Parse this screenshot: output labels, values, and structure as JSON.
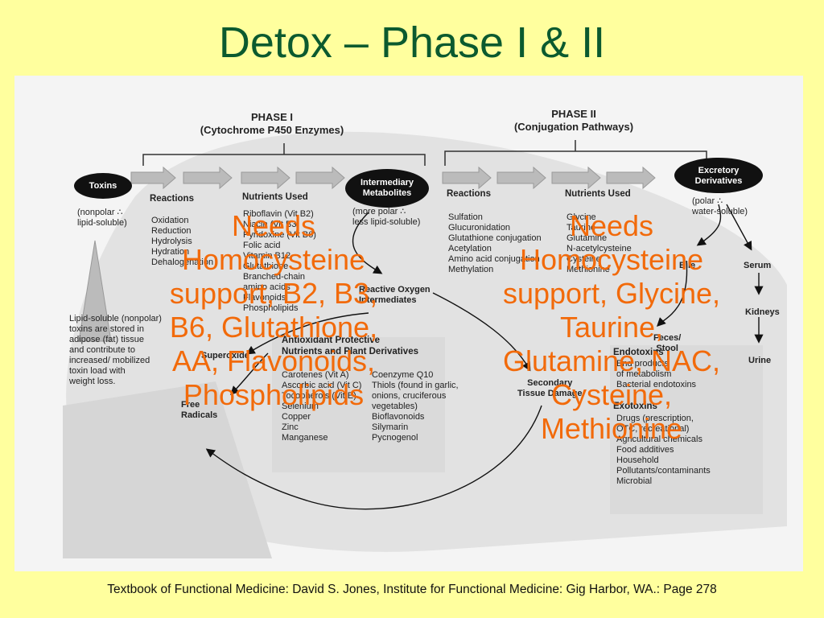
{
  "title": "Detox – Phase I & II",
  "footer": "Textbook of Functional Medicine: David S. Jones, Institute for Functional Medicine: Gig Harbor, WA.: Page 278",
  "diagram": {
    "phase1_header": "PHASE I\n(Cytochrome P450 Enzymes)",
    "phase2_header": "PHASE II\n(Conjugation Pathways)",
    "toxins": "Toxins",
    "toxins_note": "(nonpolar ∴\nlipid-soluble)",
    "intermediary": "Intermediary\nMetabolites",
    "intermediary_note": "(more polar ∴\nless lipid-soluble)",
    "excretory": "Excretory\nDerivatives",
    "excretory_note": "(polar ∴\nwater-soluble)",
    "p1_reactions_title": "Reactions",
    "p1_reactions": "Oxidation\nReduction\nHydrolysis\nHydration\nDehalogenation",
    "p1_nutrients_title": "Nutrients Used",
    "p1_nutrients": "Riboflavin (Vit B2)\nNiacin (Vit B3)\nPyridoxine (Vit B6)\nFolic acid\nVitamin B12\nGlutathione\nBranched-chain\n   amino acids\nFlavonoids\nPhospholipids",
    "p2_reactions_title": "Reactions",
    "p2_reactions": "Sulfation\nGlucuronidation\nGlutathione conjugation\nAcetylation\nAmino acid conjugation\nMethylation",
    "p2_nutrients_title": "Nutrients Used",
    "p2_nutrients": "Glycine\nTaurine\nGlutamine\nN-acetylcysteine\nCysteine\nMethionine",
    "ros": "Reactive Oxygen\nIntermediates",
    "lipid_note": "Lipid-soluble (nonpolar)\ntoxins are stored in\nadipose (fat) tissue\nand contribute to\nincreased/ mobilized\ntoxin load with\nweight loss.",
    "superoxide": "Superoxide",
    "free_radicals": "Free\nRadicals",
    "antiox_title": "Antioxidant Protective\nNutrients and Plant Derivatives",
    "antiox_col1": "Carotenes (Vit A)\nAscorbic acid (Vit C)\nTocopherols (Vit E)\nSelenium\nCopper\nZinc\nManganese",
    "antiox_col2": "Coenzyme Q10\nThiols (found in garlic,\n   onions, cruciferous\n   vegetables)\nBioflavonoids\nSilymarin\nPycnogenol",
    "secondary": "Secondary\nTissue Damage",
    "bile": "Bile",
    "serum": "Serum",
    "kidneys": "Kidneys",
    "feces": "Feces/\nStool",
    "urine": "Urine",
    "endotoxins_title": "Endotoxins",
    "endotoxins": "End products\n    of metabolism\nBacterial endotoxins",
    "exotoxins_title": "Exotoxins",
    "exotoxins": "Drugs (prescription,\n  OTC, recreational)\nAgricultural chemicals\nFood additives\nHousehold\nPollutants/contaminants\nMicrobial"
  },
  "overlay_left": "Needs\nHomocysteine\nsupport, B2, B3,\nB6, Glutathione,\nAA, Flavonoids,\nPhospholipids",
  "overlay_right": "Needs\nHomocysteine\nsupport, Glycine,\nTaurine,\nGlutamine, NAC,\nCysteine,\nMethionine",
  "colors": {
    "background": "#ffff9e",
    "title": "#0b5a2f",
    "overlay": "#f26a0a"
  }
}
